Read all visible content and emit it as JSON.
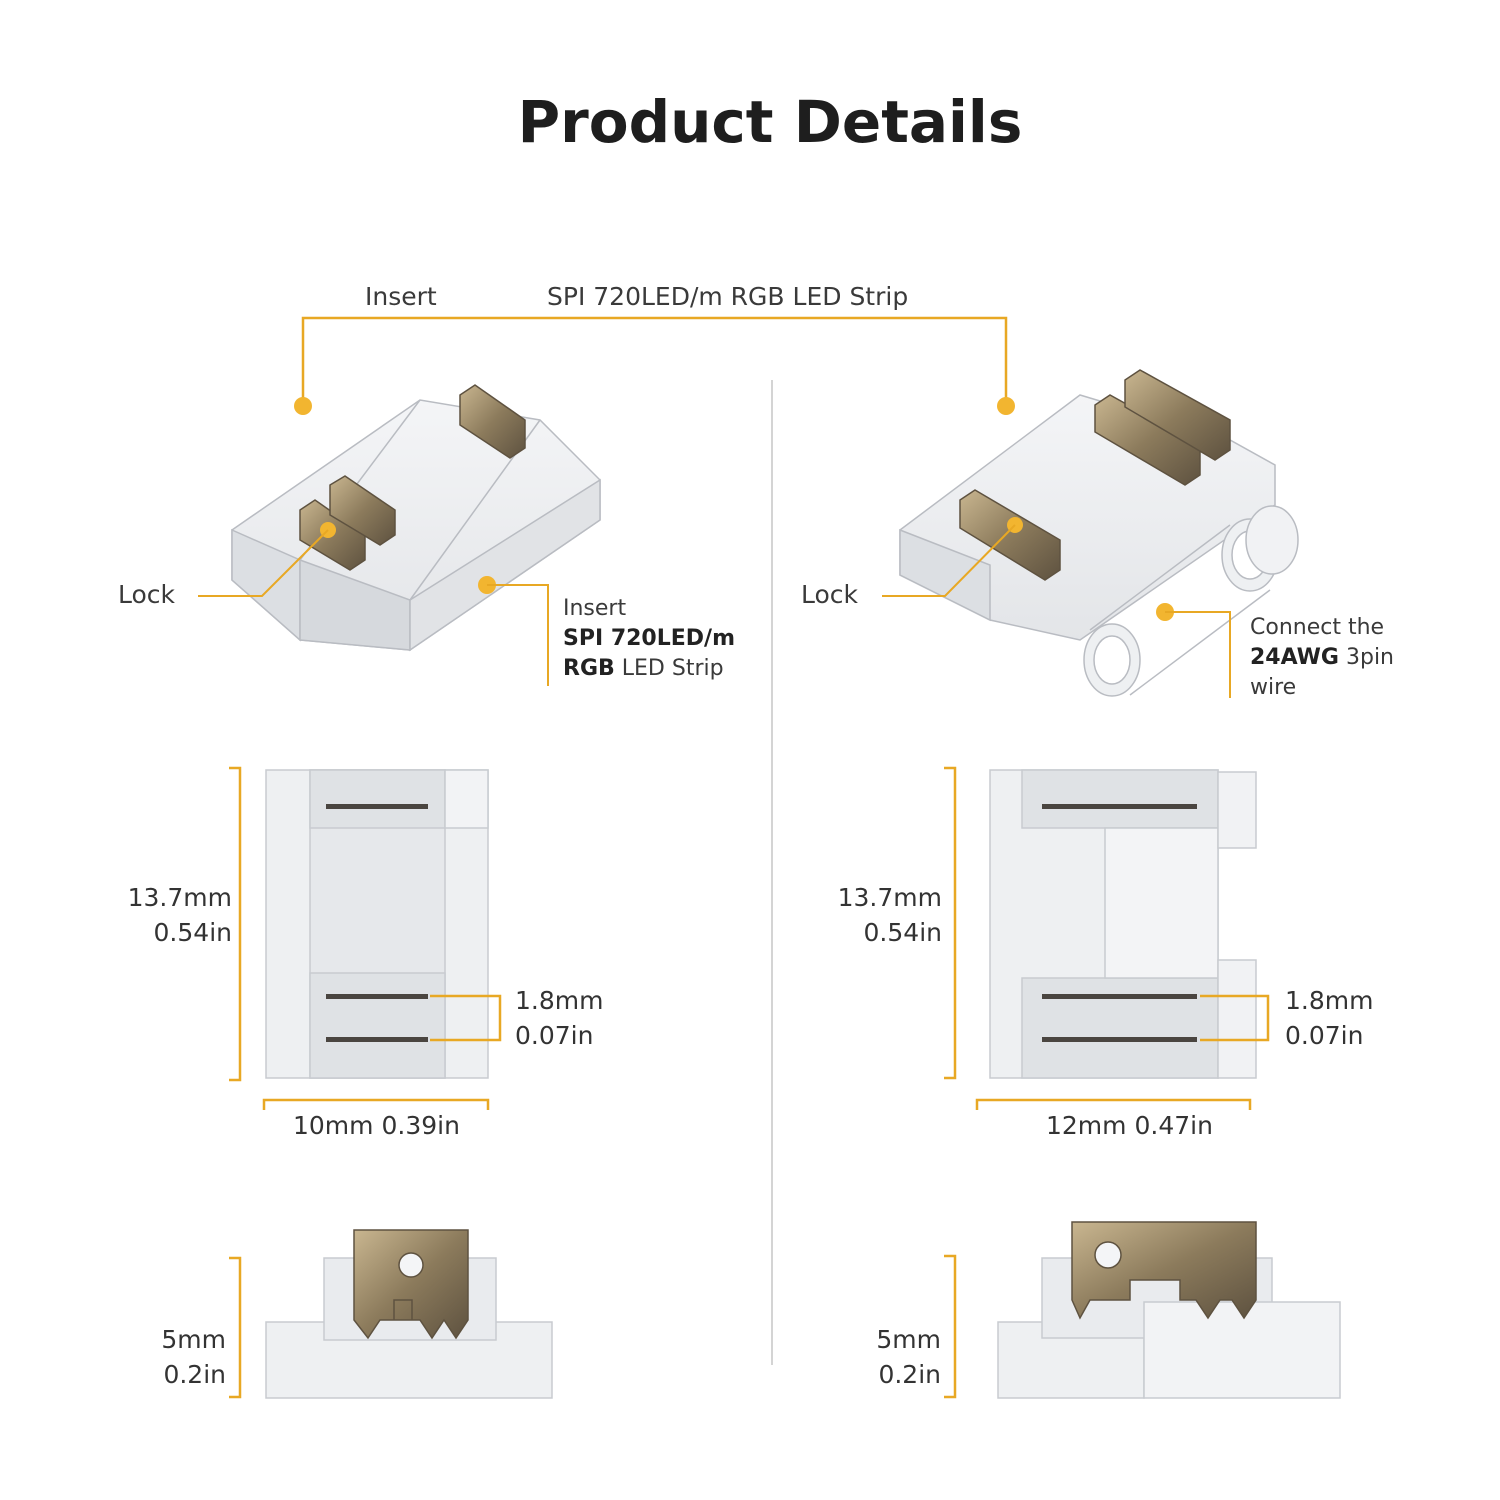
{
  "title": "Product Details",
  "colors": {
    "accent": "#f2b530",
    "line": "#e8a824",
    "clear": "#e9ebee",
    "metal": "#8a7a5e"
  },
  "top": {
    "insert_label": "Insert",
    "strip_label": "SPI 720LED/m RGB LED Strip"
  },
  "left": {
    "lock_label": "Lock",
    "callout": {
      "line1": "Insert",
      "line2_bold": "SPI 720LED/m",
      "line3_bold": "RGB",
      "line3_rest": " LED Strip"
    },
    "height_mm": "13.7mm",
    "height_in": "0.54in",
    "pitch_mm": "1.8mm",
    "pitch_in": "0.07in",
    "width": "10mm 0.39in",
    "thick_mm": "5mm",
    "thick_in": "0.2in"
  },
  "right": {
    "lock_label": "Lock",
    "callout": {
      "line1": "Connect the",
      "line2_bold": "24AWG",
      "line2_rest": " 3pin",
      "line3": "wire"
    },
    "height_mm": "13.7mm",
    "height_in": "0.54in",
    "pitch_mm": "1.8mm",
    "pitch_in": "0.07in",
    "width": "12mm 0.47in",
    "thick_mm": "5mm",
    "thick_in": "0.2in"
  }
}
